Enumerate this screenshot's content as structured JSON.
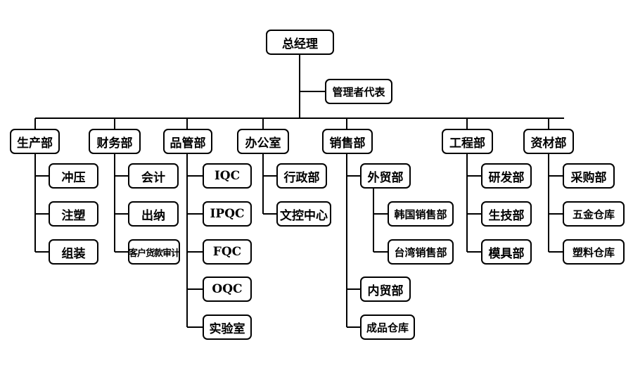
{
  "chart": {
    "root": "总经理",
    "representative": "管理者代表",
    "departments": {
      "production": {
        "label": "生产部",
        "children": [
          "冲压",
          "注塑",
          "组装"
        ]
      },
      "finance": {
        "label": "财务部",
        "children": [
          "会计",
          "出纳",
          "客户货款审计"
        ]
      },
      "quality": {
        "label": "品管部",
        "children": [
          "IQC",
          "IPQC",
          "FQC",
          "OQC",
          "实验室"
        ]
      },
      "office": {
        "label": "办公室",
        "children": [
          "行政部",
          "文控中心"
        ]
      },
      "sales": {
        "label": "销售部",
        "foreign_trade": {
          "label": "外贸部",
          "children": [
            "韩国销售部",
            "台湾销售部"
          ]
        },
        "domestic_trade": "内贸部",
        "warehouse": "成品仓库"
      },
      "engineering": {
        "label": "工程部",
        "children": [
          "研发部",
          "生技部",
          "模具部"
        ]
      },
      "materials": {
        "label": "资材部",
        "children": [
          "采购部",
          "五金仓库",
          "塑料仓库"
        ]
      }
    }
  }
}
